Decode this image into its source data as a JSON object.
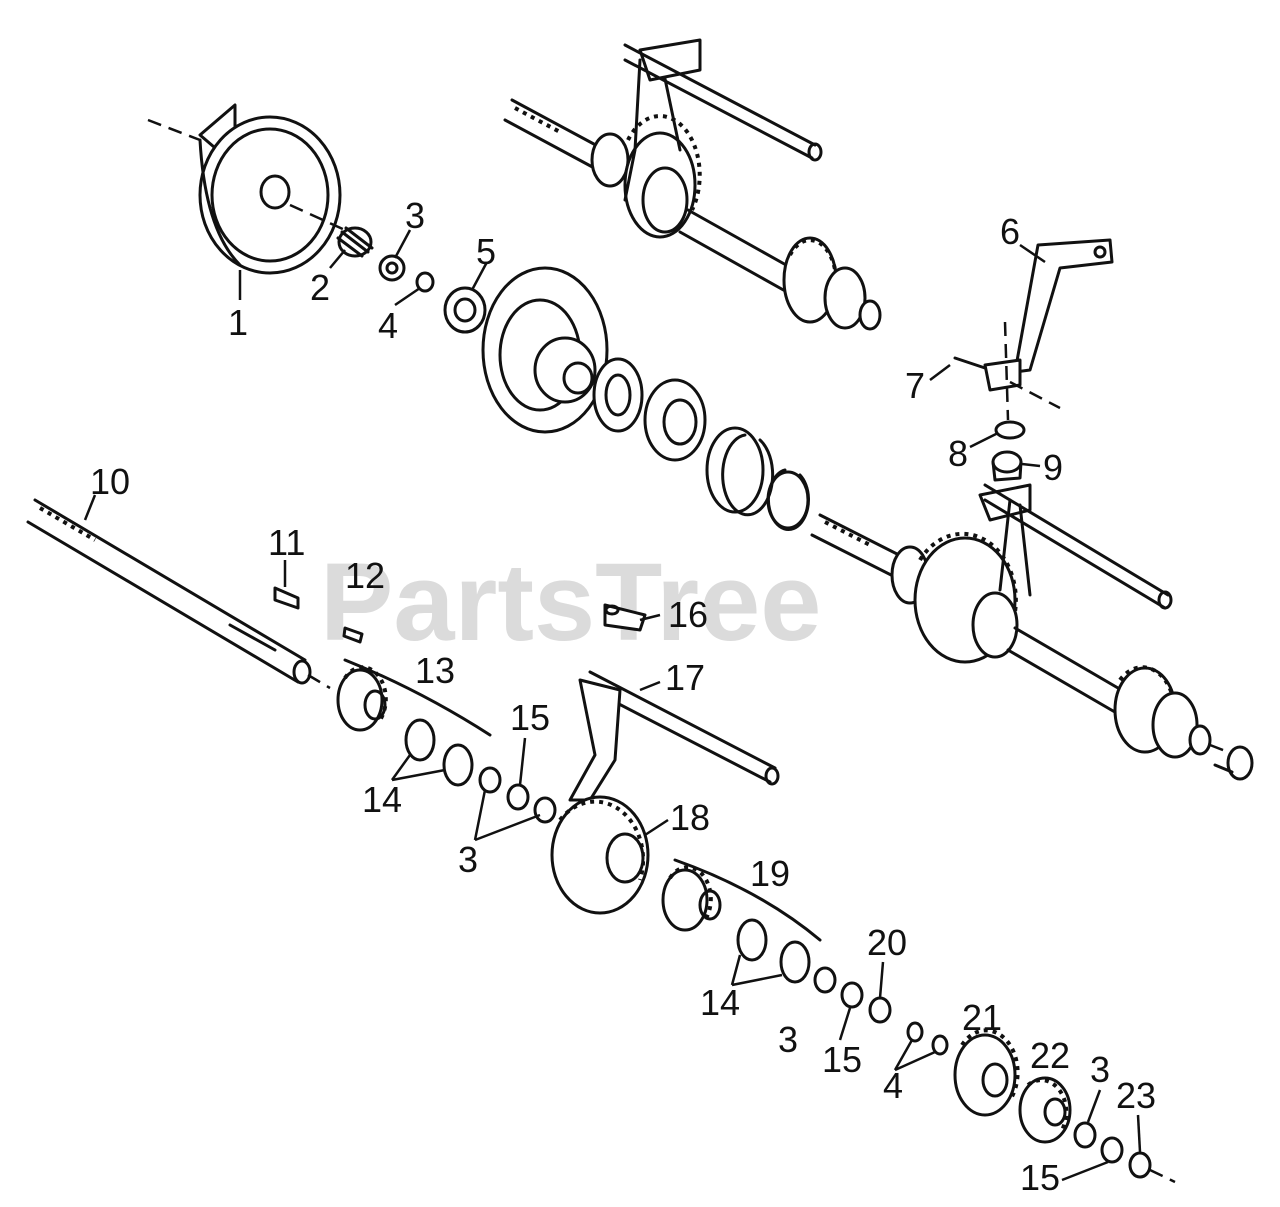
{
  "watermark": "PartsTree",
  "callouts": {
    "c1": "1",
    "c2": "2",
    "c3a": "3",
    "c4a": "4",
    "c5": "5",
    "c6": "6",
    "c7": "7",
    "c8": "8",
    "c9": "9",
    "c10": "10",
    "c11": "11",
    "c12": "12",
    "c13": "13",
    "c14a": "14",
    "c15a": "15",
    "c3b": "3",
    "c16": "16",
    "c17": "17",
    "c18": "18",
    "c19": "19",
    "c14b": "14",
    "c3c": "3",
    "c20": "20",
    "c15b": "15",
    "c4b": "4",
    "c21": "21",
    "c22": "22",
    "c3d": "3",
    "c23": "23",
    "c15c": "15"
  }
}
